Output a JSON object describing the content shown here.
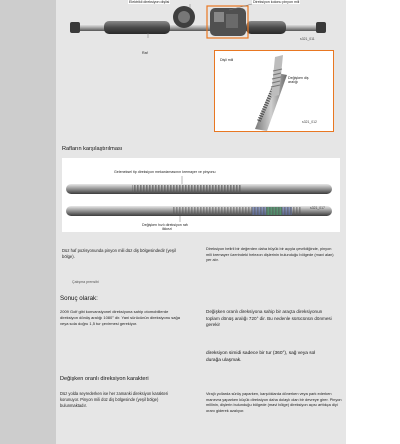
{
  "sidebar": {},
  "figure1": {
    "label_motor_gear": "Elektrikli direksiyon dişlisi",
    "label_column_shaft": "Direksiyon kolonu pinyon mili",
    "label_rack": "Raf",
    "code": "s321_011"
  },
  "figure2": {
    "label_pinion": "Dişli mili",
    "label_gap_1": "Değişken diş",
    "label_gap_2": "aralığı",
    "code": "s321_012"
  },
  "section_racks": {
    "title": "Rafların karşılaştırılması",
    "label_conventional": "Geleneksel tip direksiyon mekanizmasının kremayer ve pinyonu",
    "label_variable_1": "Değişken hızlı direksiyon rafı",
    "label_variable_2": "ilkkezi",
    "code": "s321_017"
  },
  "explain": {
    "left": "Düz haf pozisyonunda pinyon mili düz diş bölgesindedir (yeşil bölge).",
    "right": "Direksiyon belirli bir değerden daha büyük bir açıyla çevrildiğinde, pinyon mili kremayer üzerindeki helezon dişlerinin bulunduğu bölgede (mavi alan) yer alır.",
    "link": "Çalışma prensibi"
  },
  "result": {
    "title": "Sonuç olarak:",
    "left": "2009 Golf gibi konvansiyonel direksiyona sahip otomobillerde direksiyon dönüş aralığı 1080° dir. Yani sürücünün direksiyonu sağa veya sola doğru 1,5 tur çevirmesi gerekiyor.",
    "right": "Değişken oranlı direksiyona sahip bir araçta direksiyonun toplam dönüş aralığı 720° dir. Bu nedenle sürücünün dönmesi gerekir",
    "highlight": "direksiyon simidi sadece bir tur (360°), sağ veya sol durağa ulaşmak."
  },
  "characteristics": {
    "title": "Değişken oranlı direksiyon karakteri",
    "left": "Düz yolda seyrederken ise her zamanki direksiyon karakteri korunuyor. Pinyon mili düz diş bölgesinde (yeşil bölge) bulunmaktadır.",
    "right": "Virajlı yollarda sürüş yaparken, karşılıklarda dönerken veya park ederken manevra yaparken küçük direksiyon daha dolaylı olan bir devreye girer. Pinyon millinin, dişlerin bulunduğu bölgede (mavi bölge) direksiyon açısı arttıkça diyi oranı giderek azalıyor."
  },
  "colors": {
    "sidebar": "#cdcdcd",
    "page": "#e6e6e6",
    "highlight_box": "#e87722",
    "green_zone": "#4a9a5a",
    "blue_zone": "#5d72b8"
  }
}
